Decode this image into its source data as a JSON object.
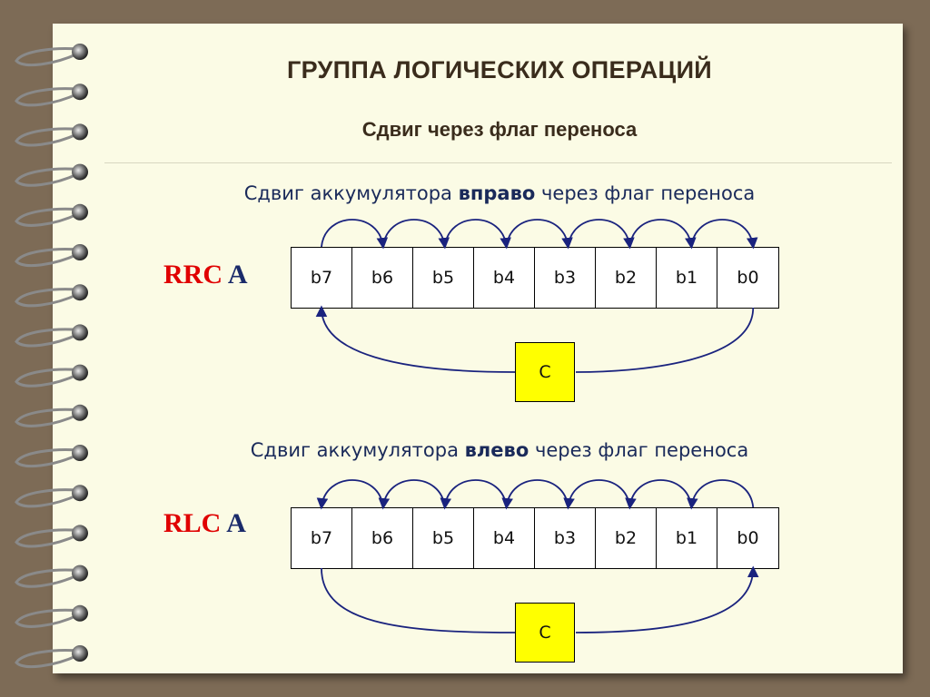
{
  "slide": {
    "title": "ГРУППА ЛОГИЧЕСКИХ ОПЕРАЦИЙ",
    "subtitle": "Сдвиг через флаг переноса"
  },
  "rrc": {
    "caption_pre": "Сдвиг аккумулятора ",
    "caption_bold": "вправо",
    "caption_post": " через флаг переноса",
    "mnemonic": "RRC",
    "operand": "A",
    "bits": [
      "b7",
      "b6",
      "b5",
      "b4",
      "b3",
      "b2",
      "b1",
      "b0"
    ],
    "carry": "C",
    "shift_direction": "right"
  },
  "rlc": {
    "caption_pre": "Сдвиг аккумулятора ",
    "caption_bold": "влево",
    "caption_post": " через флаг переноса",
    "mnemonic": "RLC",
    "operand": "A",
    "bits": [
      "b7",
      "b6",
      "b5",
      "b4",
      "b3",
      "b2",
      "b1",
      "b0"
    ],
    "carry": "C",
    "shift_direction": "left"
  },
  "colors": {
    "background": "#7d6b56",
    "paper": "#fbfbe5",
    "title": "#3a2c1c",
    "caption": "#1a2a5a",
    "mnemonic": "#e00000",
    "operand": "#1a2a6a",
    "arrow": "#1a237e",
    "carry_fill": "#ffff00"
  }
}
